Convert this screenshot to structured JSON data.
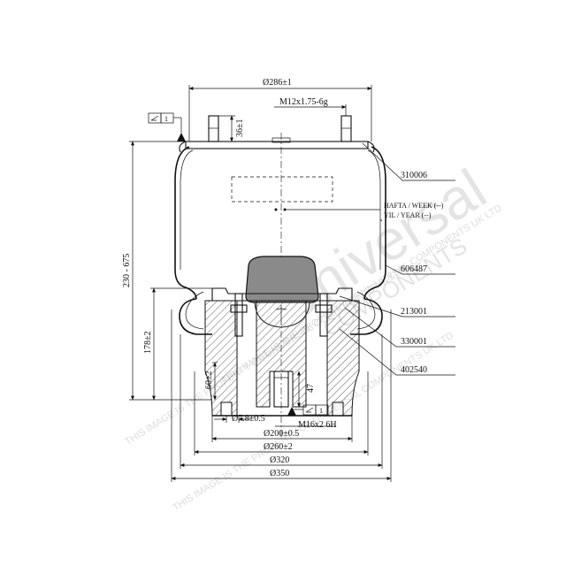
{
  "dimensions": {
    "top_diameter": "Ø286±1",
    "thread_top": "M12x1.75-6g",
    "stud_height": "36±1",
    "overall_height": "230 - 675",
    "design_height": "178±2",
    "pin_height": "60±2",
    "hole_depth": "47",
    "pin_diameter": "Ø7.8±0.5",
    "thread_bottom": "M16x2 6H",
    "d200": "Ø200±0.5",
    "d260": "Ø260±2",
    "d320": "Ø320",
    "d350": "Ø350"
  },
  "datum_ref": "1",
  "part_labels": {
    "p1": "310006",
    "p2": "606487",
    "p3": "213001",
    "p4": "330001",
    "p5": "402540"
  },
  "date_marks": {
    "week": "HAFTA / WEEK (--)",
    "year": "YIL / YEAR (--)"
  },
  "watermark": {
    "brand": "Universal",
    "sub": "COMPONENTS",
    "line": "THIS IMAGE IS THE PROPERTY OF UNIVERSAL COMPONENTS UK LTD"
  },
  "colors": {
    "line": "#111111",
    "watermark": "#cfcfcf"
  }
}
